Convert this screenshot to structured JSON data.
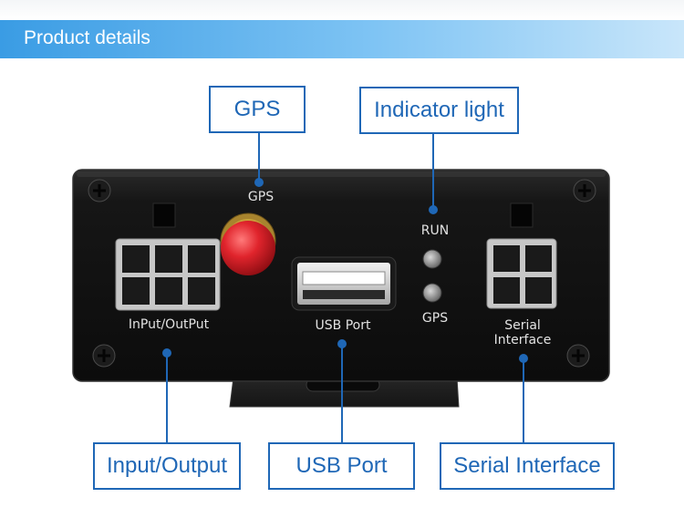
{
  "header": {
    "title": "Product details"
  },
  "callouts": {
    "gps": "GPS",
    "indicator_light": "Indicator light",
    "input_output": "Input/Output",
    "usb_port": "USB Port",
    "serial_interface": "Serial Interface"
  },
  "device_labels": {
    "gps": "GPS",
    "run": "RUN",
    "gps_led": "GPS",
    "input_output": "InPut/OutPut",
    "usb_port": "USB Port",
    "serial_interface": "Serial Interface"
  },
  "colors": {
    "banner": "#3a9ce4",
    "callout_border": "#1f67b6",
    "callout_text": "#1f67b6",
    "device_body": "#141414",
    "antenna_cap": "#d8202a"
  }
}
